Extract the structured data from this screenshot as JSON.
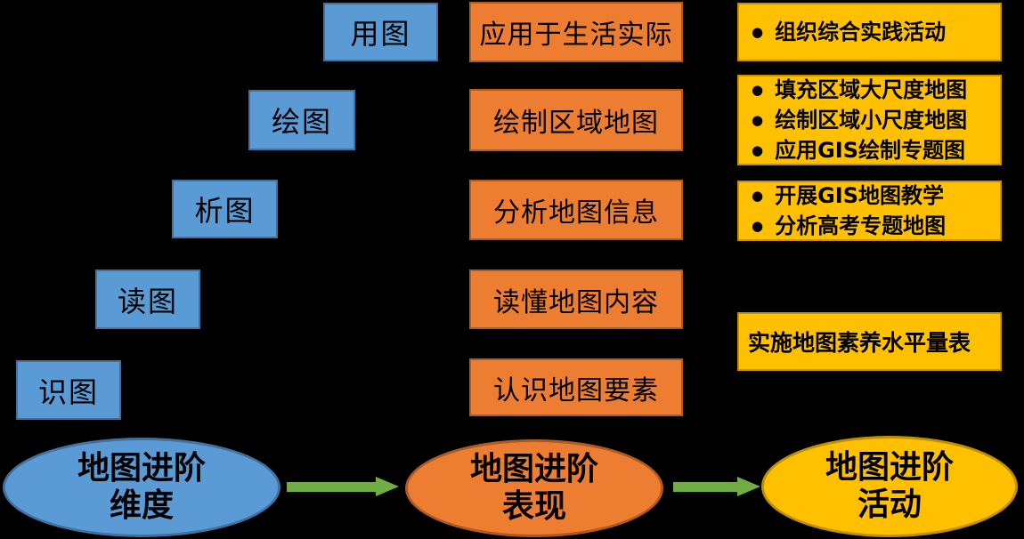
{
  "glyphs": {
    "bullet": "●"
  },
  "colors": {
    "background": "#000000",
    "blue_fill": "#5B9BD5",
    "blue_border": "#41719C",
    "orange_fill": "#ED7D31",
    "orange_border": "#AE5A21",
    "yellow_fill": "#FFC000",
    "yellow_border": "#BF9000",
    "arrow_green": "#70AD47",
    "text": "#000000"
  },
  "dimension_column": {
    "steps": [
      {
        "label": "用图"
      },
      {
        "label": "绘图"
      },
      {
        "label": "析图"
      },
      {
        "label": "读图"
      },
      {
        "label": "识图"
      }
    ]
  },
  "performance_column": {
    "boxes": [
      {
        "label": "应用于生活实际"
      },
      {
        "label": "绘制区域地图"
      },
      {
        "label": "分析地图信息"
      },
      {
        "label": "读懂地图内容"
      },
      {
        "label": "认识地图要素"
      }
    ]
  },
  "activity_column": {
    "boxes": [
      {
        "items": [
          "组织综合实践活动"
        ]
      },
      {
        "items": [
          "填充区域大尺度地图",
          "绘制区域小尺度地图",
          "应用GIS绘制专题图"
        ]
      },
      {
        "items": [
          "开展GIS地图教学",
          "分析高考专题地图"
        ]
      },
      {
        "plain_text": "实施地图素养水平量表"
      }
    ]
  },
  "footer_ellipses": [
    {
      "line1": "地图进阶",
      "line2": "维度"
    },
    {
      "line1": "地图进阶",
      "line2": "表现"
    },
    {
      "line1": "地图进阶",
      "line2": "活动"
    }
  ]
}
